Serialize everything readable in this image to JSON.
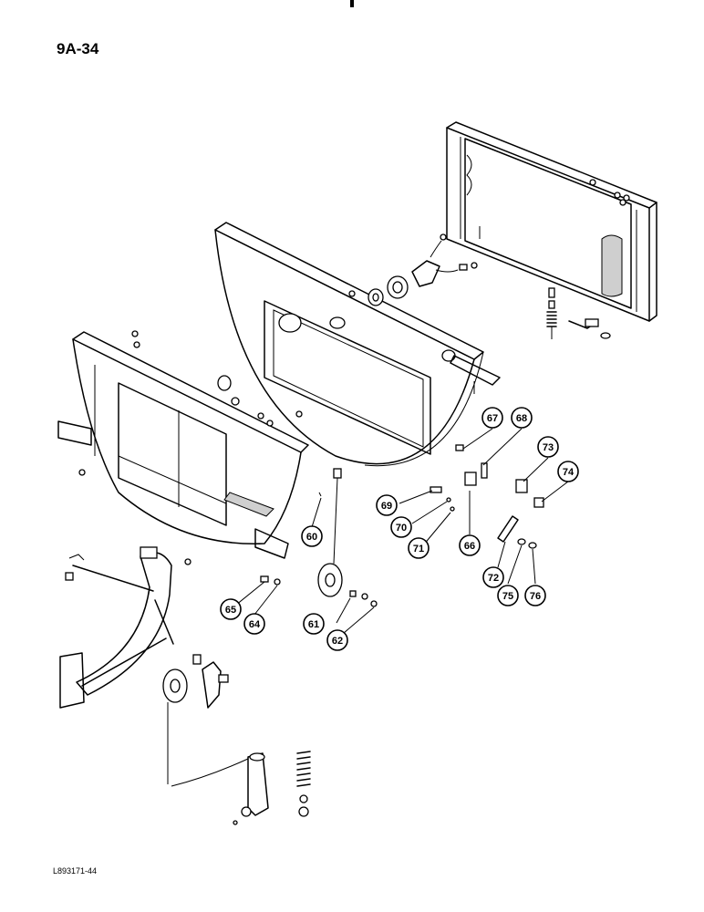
{
  "header": {
    "page_code": "9A-34"
  },
  "footer": {
    "reference_code": "L893171-44"
  },
  "callouts": [
    {
      "id": "c60",
      "label": "60"
    },
    {
      "id": "c61",
      "label": "61"
    },
    {
      "id": "c62",
      "label": "62"
    },
    {
      "id": "c64",
      "label": "64"
    },
    {
      "id": "c65",
      "label": "65"
    },
    {
      "id": "c66",
      "label": "66"
    },
    {
      "id": "c67",
      "label": "67"
    },
    {
      "id": "c68",
      "label": "68"
    },
    {
      "id": "c69",
      "label": "69"
    },
    {
      "id": "c70",
      "label": "70"
    },
    {
      "id": "c71",
      "label": "71"
    },
    {
      "id": "c72",
      "label": "72"
    },
    {
      "id": "c73",
      "label": "73"
    },
    {
      "id": "c74",
      "label": "74"
    },
    {
      "id": "c75",
      "label": "75"
    },
    {
      "id": "c76",
      "label": "76"
    }
  ]
}
